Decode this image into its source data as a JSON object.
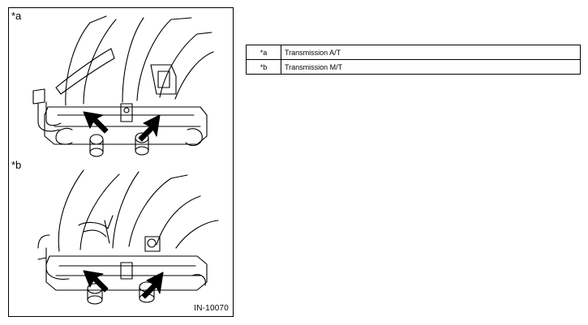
{
  "figure": {
    "labels": {
      "a": "*a",
      "b": "*b"
    },
    "figure_id": "IN-10070"
  },
  "legend": {
    "rows": [
      {
        "key": "*a",
        "value": "Transmission A/T"
      },
      {
        "key": "*b",
        "value": "Transmission M/T"
      }
    ]
  }
}
